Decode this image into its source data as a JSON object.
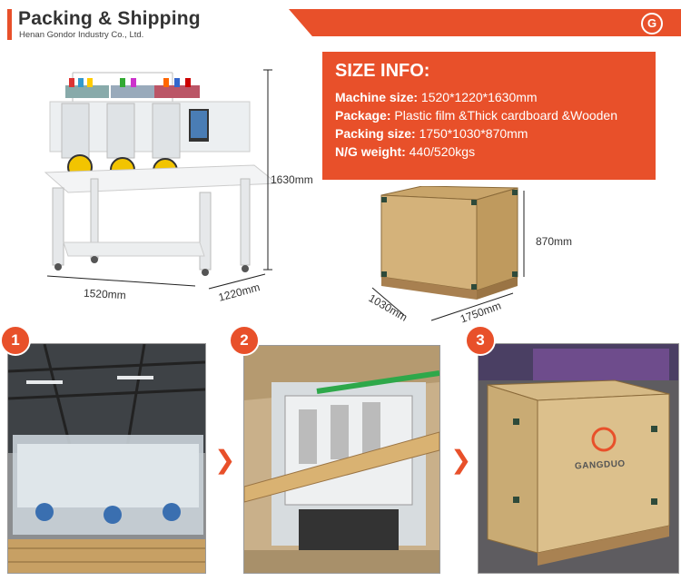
{
  "header": {
    "title": "Packing & Shipping",
    "company": "Henan Gondor Industry Co., Ltd.",
    "logo_letter": "G"
  },
  "size_info": {
    "title": "SIZE INFO:",
    "rows": [
      {
        "label": "Machine size:",
        "value": "1520*1220*1630mm"
      },
      {
        "label": "Package:",
        "value": "Plastic film &Thick cardboard &Wooden"
      },
      {
        "label": "Packing size:",
        "value": "1750*1030*870mm"
      },
      {
        "label": "N/G weight:",
        "value": "440/520kgs"
      }
    ]
  },
  "machine_dims": {
    "height": "1630mm",
    "width": "1520mm",
    "depth": "1220mm"
  },
  "box_dims": {
    "height": "870mm",
    "depth": "1030mm",
    "width": "1750mm"
  },
  "steps": [
    {
      "number": "1"
    },
    {
      "number": "2"
    },
    {
      "number": "3"
    }
  ],
  "box_logo_text": "GANGDUO",
  "colors": {
    "accent": "#e8502a"
  }
}
